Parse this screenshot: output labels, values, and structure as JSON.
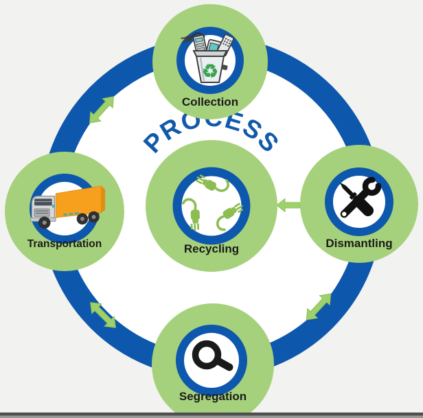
{
  "title": "PROCESS",
  "nodes": [
    {
      "id": "collection",
      "label": "Collection",
      "icon": "ewaste-bin-icon"
    },
    {
      "id": "transportation",
      "label": "Transportation",
      "icon": "delivery-truck-icon"
    },
    {
      "id": "dismantling",
      "label": "Dismantling",
      "icon": "screwdriver-wrench-icon"
    },
    {
      "id": "segregation",
      "label": "Segregation",
      "icon": "magnifying-glass-icon"
    },
    {
      "id": "recycling",
      "label": "Recycling",
      "icon": "plugs-recycle-icon"
    }
  ],
  "glyphs": {
    "recycle": "♻"
  },
  "connectors": [
    {
      "between": [
        "Transportation",
        "Collection"
      ],
      "style": "double-headed-arrow"
    },
    {
      "between": [
        "Transportation",
        "Segregation"
      ],
      "style": "double-headed-arrow"
    },
    {
      "between": [
        "Segregation",
        "Dismantling"
      ],
      "style": "double-headed-arrow"
    },
    {
      "from": "Dismantling",
      "to": "Recycling",
      "style": "single-arrow"
    }
  ],
  "colors": {
    "ring_blue": "#0d57ad",
    "circle_green": "#a6d17c",
    "arrow_green": "#9ed06b",
    "process_text_blue": "#1259ab",
    "label_black": "#1a1a1a",
    "background": "#f2f2f0",
    "icon_plug_green": "#8cbd52",
    "recycle_symbol_green": "#3aa551",
    "truck_orange": "#f7a01d",
    "bottom_bar_gray": "#4f4f4f"
  }
}
